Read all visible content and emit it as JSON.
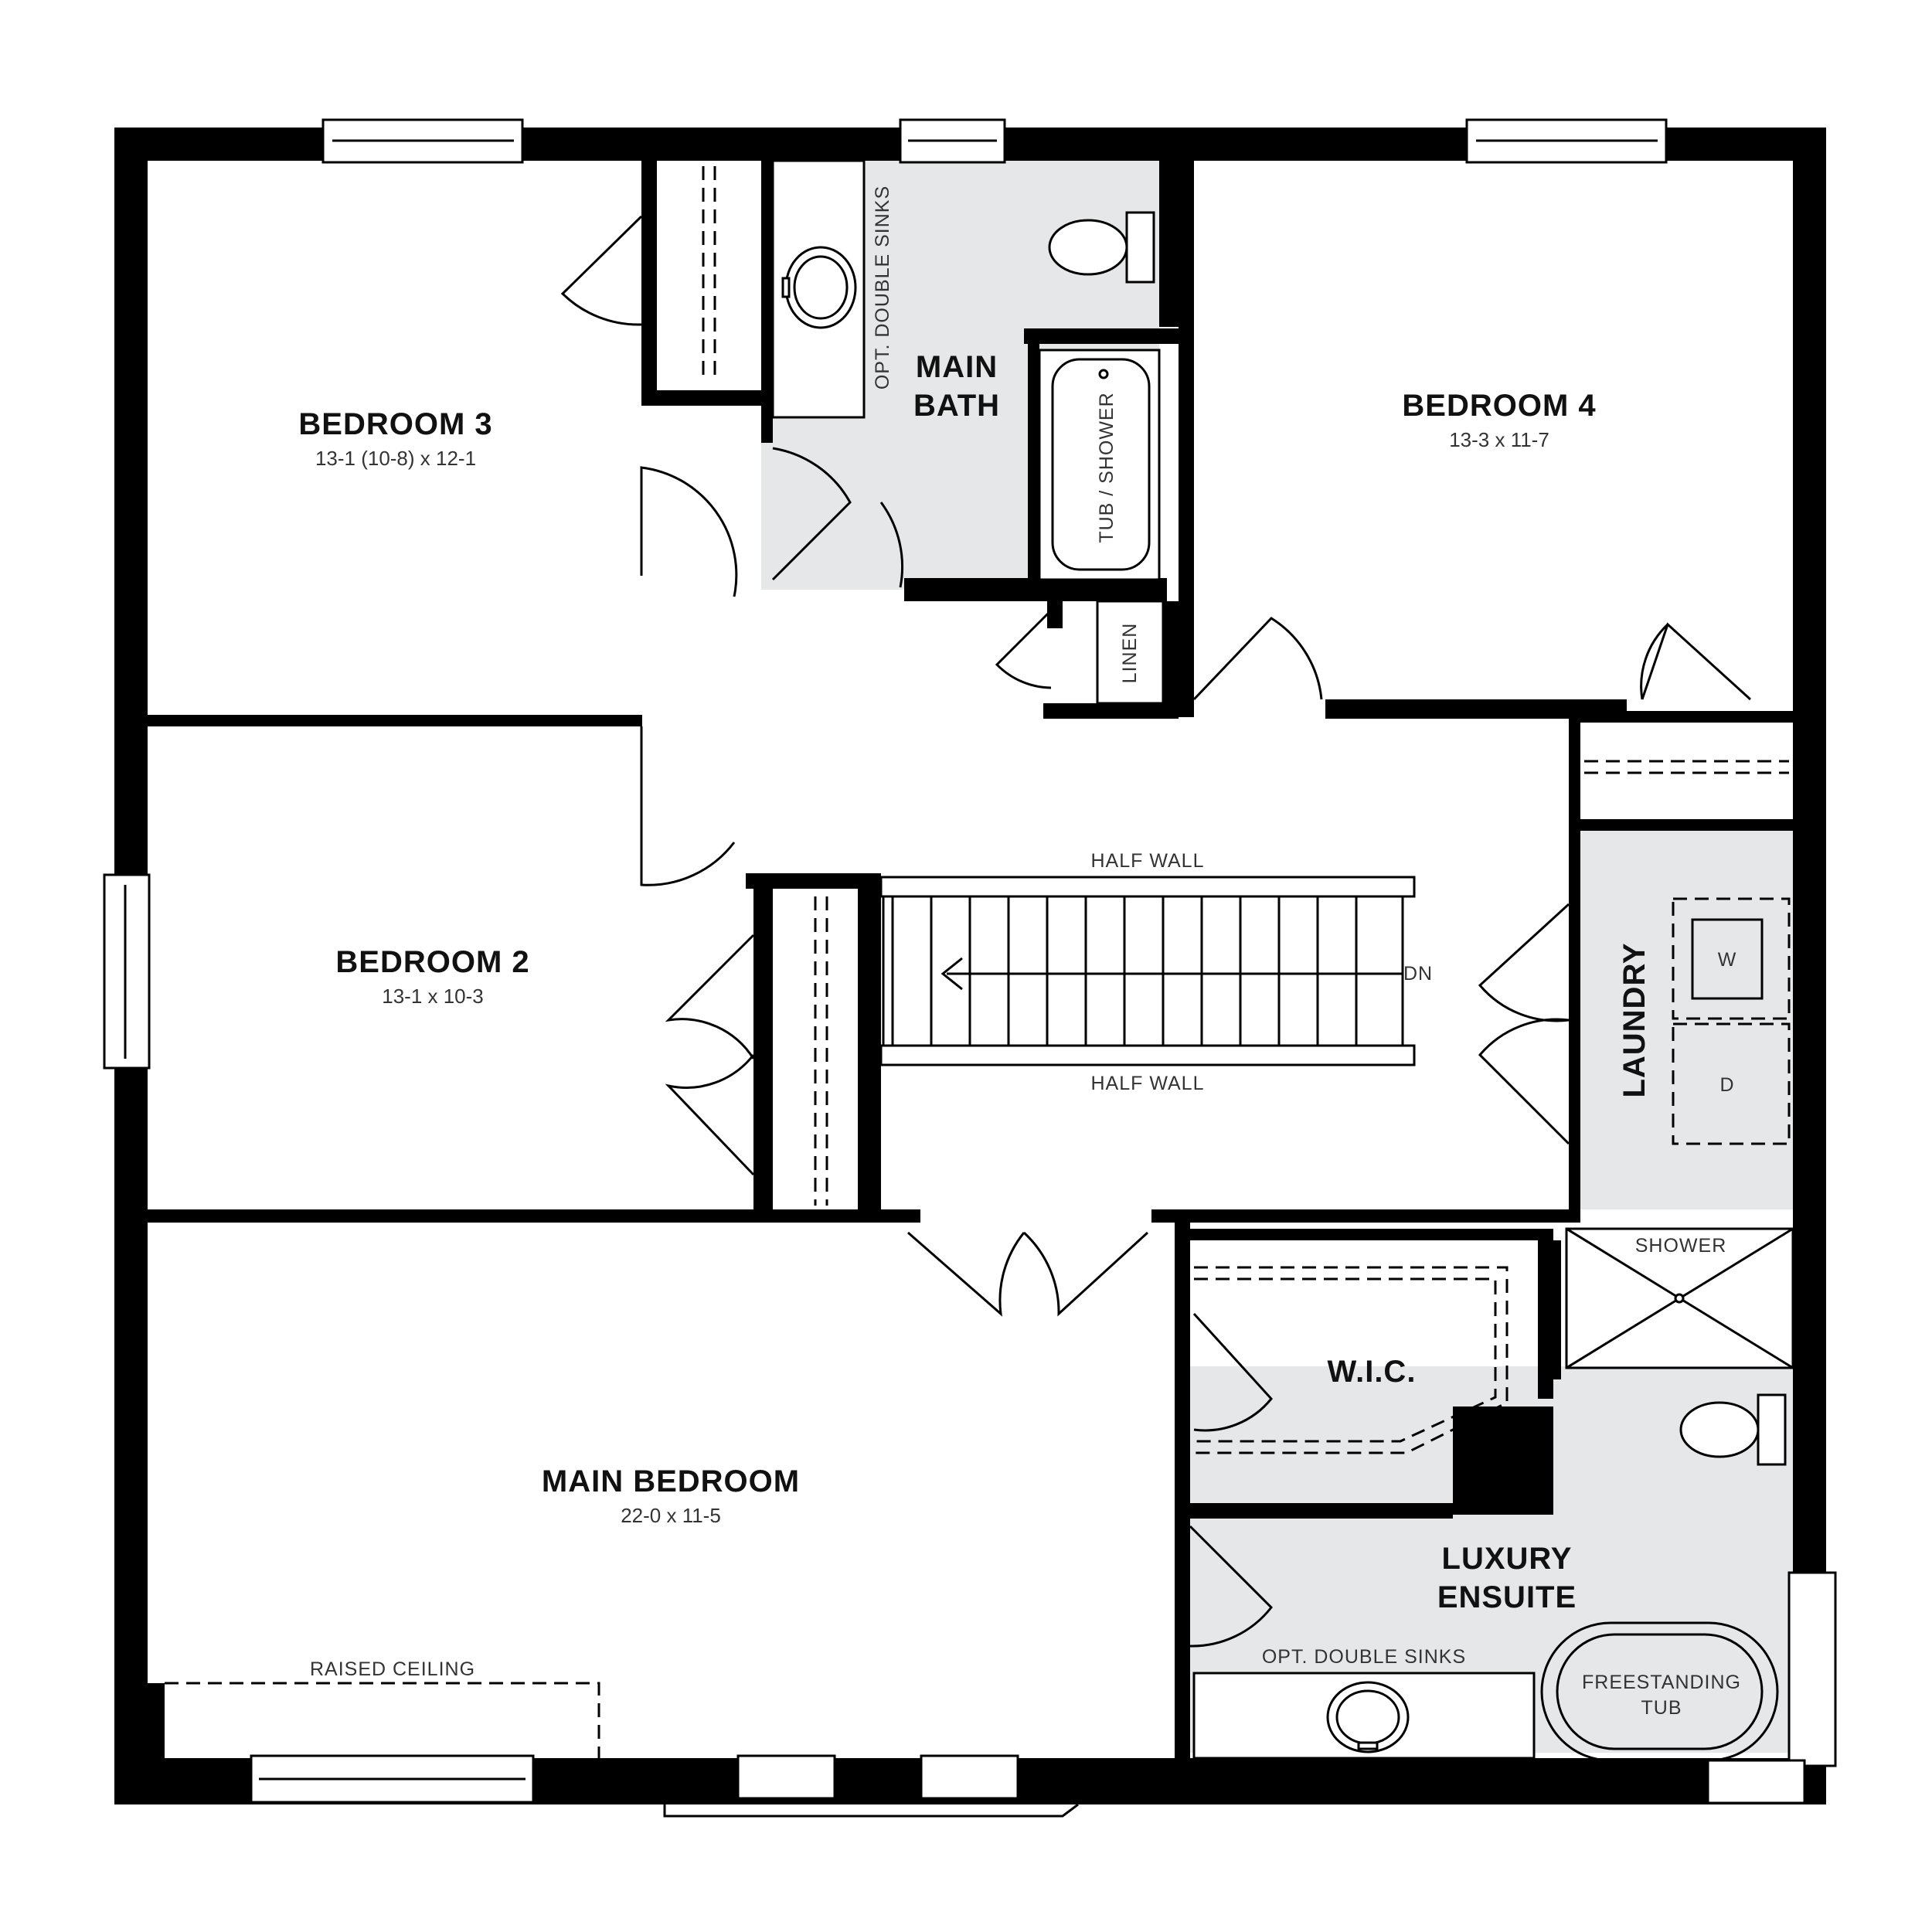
{
  "colors": {
    "wall": "#000000",
    "wet_area": "#e6e7e8",
    "background": "#ffffff"
  },
  "rooms": {
    "bedroom3": {
      "name": "BEDROOM 3",
      "dims": "13-1 (10-8) x 12-1"
    },
    "bedroom4": {
      "name": "BEDROOM 4",
      "dims": "13-3 x 11-7"
    },
    "bedroom2": {
      "name": "BEDROOM 2",
      "dims": "13-1 x 10-3"
    },
    "main_bedroom": {
      "name": "MAIN BEDROOM",
      "dims": "22-0 x 11-5"
    },
    "main_bath": {
      "line1": "MAIN",
      "line2": "BATH"
    },
    "laundry": {
      "name": "LAUNDRY"
    },
    "wic": {
      "name": "W.I.C."
    },
    "ensuite": {
      "line1": "LUXURY",
      "line2": "ENSUITE"
    }
  },
  "labels": {
    "opt_double_sinks_bath": "OPT. DOUBLE SINKS",
    "tub_shower": "TUB / SHOWER",
    "linen": "LINEN",
    "half_wall_top": "HALF WALL",
    "half_wall_bottom": "HALF WALL",
    "stair_direction": "DN",
    "washer": "W",
    "dryer": "D",
    "shower": "SHOWER",
    "opt_double_sinks_ensuite": "OPT. DOUBLE SINKS",
    "freestanding_tub_line1": "FREESTANDING",
    "freestanding_tub_line2": "TUB",
    "raised_ceiling": "RAISED CEILING"
  }
}
